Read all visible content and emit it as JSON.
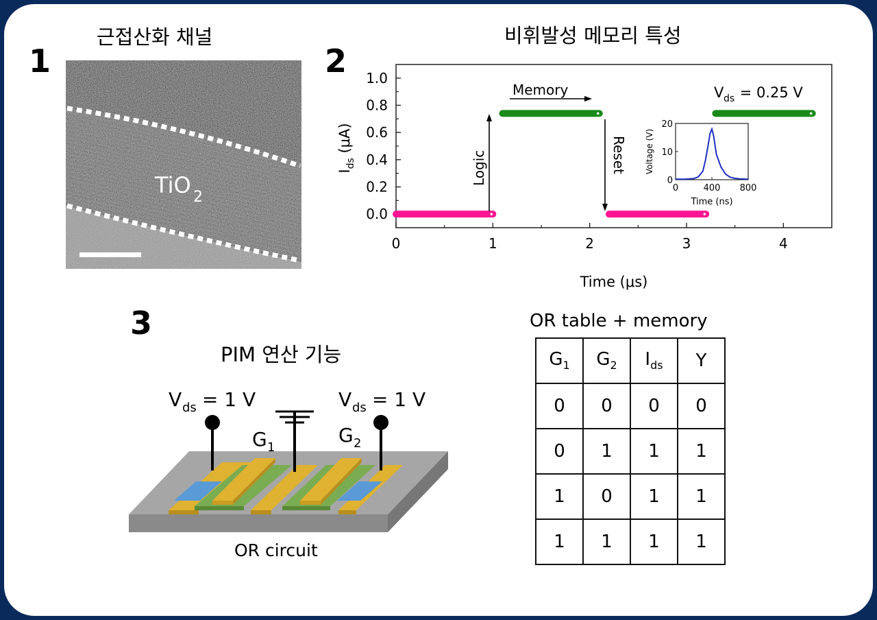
{
  "panel1": {
    "number": "1",
    "title": "근접산화 채널",
    "material_label_main": "TiO",
    "material_label_sub": "2"
  },
  "panel2": {
    "number": "2",
    "title": "비휘발성 메모리 특성",
    "annotations": {
      "memory": "Memory",
      "logic": "Logic",
      "reset": "Reset",
      "vds_label_main": "V",
      "vds_label_sub": "ds",
      "vds_label_value": " = 0.25 V"
    },
    "inset": {
      "ylabel": "Voltage (V)",
      "xlabel": "Time (ns)",
      "x_ticks": [
        "0",
        "400",
        "800"
      ],
      "y_ticks": [
        "0",
        "10",
        "20"
      ]
    }
  },
  "panel3": {
    "number": "3",
    "title": "PIM 연산 기능",
    "caption": "OR circuit",
    "vds_left_main": "V",
    "vds_left_sub": "ds",
    "vds_left_value": " = 1 V",
    "vds_right_main": "V",
    "vds_right_sub": "ds",
    "vds_right_value": " = 1 V",
    "g1_main": "G",
    "g1_sub": "1",
    "g2_main": "G",
    "g2_sub": "2"
  },
  "or_table": {
    "title": "OR table + memory",
    "headers": [
      {
        "main": "G",
        "sub": "1"
      },
      {
        "main": "G",
        "sub": "2"
      },
      {
        "main": "I",
        "sub": "ds"
      },
      {
        "main": "Y",
        "sub": ""
      }
    ],
    "rows": [
      [
        "0",
        "0",
        "0",
        "0"
      ],
      [
        "0",
        "1",
        "1",
        "1"
      ],
      [
        "1",
        "0",
        "1",
        "1"
      ],
      [
        "1",
        "1",
        "1",
        "1"
      ]
    ]
  },
  "chart_data": [
    {
      "type": "scatter",
      "xlabel": "Time (μs)",
      "ylabel": "Ids (μA)",
      "xlim": [
        0,
        4.5
      ],
      "ylim": [
        -0.1,
        1.1
      ],
      "x_ticks": [
        "0",
        "1",
        "2",
        "3",
        "4"
      ],
      "y_ticks": [
        "0.0",
        "0.2",
        "0.4",
        "0.6",
        "0.8",
        "1.0"
      ],
      "segments": [
        {
          "x_start": 0.0,
          "x_end": 1.0,
          "y": 0.0,
          "color": "#ff1493"
        },
        {
          "x_start": 1.1,
          "x_end": 2.1,
          "y": 0.74,
          "color": "#1a8a1a"
        },
        {
          "x_start": 2.2,
          "x_end": 3.2,
          "y": 0.0,
          "color": "#ff1493"
        },
        {
          "x_start": 3.3,
          "x_end": 4.3,
          "y": 0.74,
          "color": "#1a8a1a"
        }
      ],
      "grid": false
    },
    {
      "type": "line",
      "xlabel": "Time (ns)",
      "ylabel": "Voltage (V)",
      "xlim": [
        0,
        800
      ],
      "ylim": [
        0,
        20
      ],
      "x": [
        0,
        100,
        200,
        250,
        300,
        330,
        360,
        380,
        400,
        420,
        450,
        500,
        550,
        600,
        650,
        700,
        800
      ],
      "y": [
        0.2,
        0.2,
        0.4,
        1.0,
        3.0,
        7.0,
        12.5,
        16.5,
        18.0,
        15.5,
        9.0,
        4.5,
        2.0,
        0.9,
        0.5,
        0.3,
        0.2
      ],
      "color": "#1f2fbf"
    }
  ]
}
